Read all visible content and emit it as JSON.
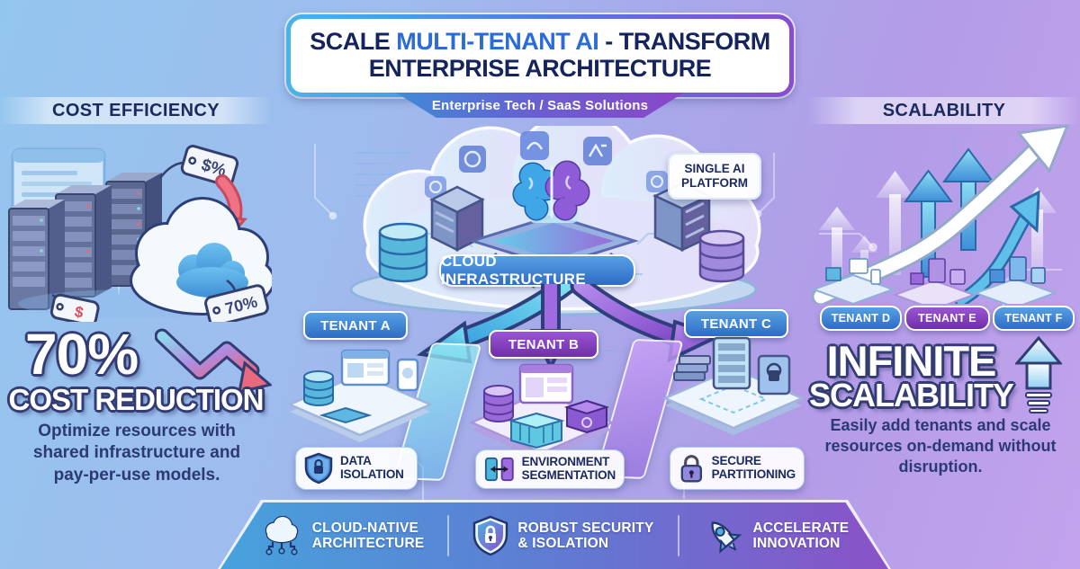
{
  "header": {
    "title_part1": "SCALE ",
    "title_highlight": "MULTI-TENANT AI",
    "title_part2": " - TRANSFORM",
    "title_line2": "ENTERPRISE ARCHITECTURE",
    "subtitle": "Enterprise Tech / SaaS Solutions"
  },
  "left": {
    "heading": "COST EFFICIENCY",
    "price_tag": "$%",
    "discount_tag": "70%",
    "dollar_tag": "$",
    "stat_value": "70%",
    "stat_label": "COST REDUCTION",
    "description": "Optimize resources with shared infrastructure and pay-per-use models."
  },
  "center": {
    "platform_callout_line1": "SINGLE AI",
    "platform_callout_line2": "PLATFORM",
    "cloud_label": "CLOUD INFRASTRUCTURE",
    "tenants": [
      {
        "label": "TENANT A",
        "color": "#3a7fd0",
        "feature_line1": "DATA",
        "feature_line2": "ISOLATION",
        "icon": "shield-lock-icon"
      },
      {
        "label": "TENANT B",
        "color": "#7b3cb8",
        "feature_line1": "ENVIRONMENT",
        "feature_line2": "SEGMENTATION",
        "icon": "segmentation-icon"
      },
      {
        "label": "TENANT C",
        "color": "#3a7fd0",
        "feature_line1": "SECURE",
        "feature_line2": "PARTITIONING",
        "icon": "padlock-icon"
      }
    ]
  },
  "right": {
    "heading": "SCALABILITY",
    "tenants": [
      {
        "label": "TENANT D",
        "color": "#3a7fd0"
      },
      {
        "label": "TENANT E",
        "color": "#7b3cb8"
      },
      {
        "label": "TENANT F",
        "color": "#3a7fd0"
      }
    ],
    "stat_line1": "INFINITE",
    "stat_line2": "SCALABILITY",
    "description": "Easily add tenants and scale resources on-demand without disruption."
  },
  "footer": {
    "items": [
      {
        "label_line1": "CLOUD-NATIVE",
        "label_line2": "ARCHITECTURE",
        "icon": "cloud-network-icon"
      },
      {
        "label_line1": "ROBUST SECURITY",
        "label_line2": "& ISOLATION",
        "icon": "shield-lock-icon"
      },
      {
        "label_line1": "ACCELERATE",
        "label_line2": "INNOVATION",
        "icon": "rocket-icon"
      }
    ]
  },
  "colors": {
    "background_blue": "#93c6ef",
    "background_purple": "#c2a3ec",
    "navy": "#1b2a5e",
    "accent_blue": "#2c6cd6",
    "tenant_blue": "#3a7fd0",
    "tenant_purple": "#7b3cb8",
    "ribbon_start": "#3f8ad8",
    "ribbon_end": "#8a46c8",
    "red_arrow": "#ef7285",
    "footer_start": "#47a2dc",
    "footer_end": "#8a52c8"
  }
}
